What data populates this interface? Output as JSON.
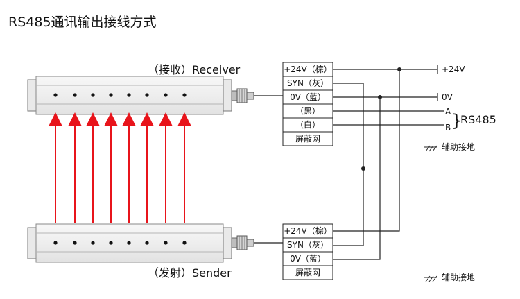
{
  "title": "RS485通讯输出接线方式",
  "receiver": {
    "label": "（接收）Receiver"
  },
  "sender": {
    "label": "（发射）Sender"
  },
  "receiver_terminals": [
    "+24V（棕）",
    "SYN（灰）",
    "0V（蓝）",
    "（黑）",
    "（白）",
    "屏蔽网"
  ],
  "sender_terminals": [
    "+24V（棕）",
    "SYN（灰）",
    "0V（蓝）",
    "屏蔽网"
  ],
  "outputs": {
    "plus24": "+24V",
    "zero": "0V",
    "a": "A",
    "b": "B",
    "brace": "}",
    "rs485": "RS485",
    "ground": "辅助接地"
  },
  "colors": {
    "beam": "#e8141b",
    "wire": "#222222",
    "bar_fill": "#f1f1f1"
  },
  "icons": {
    "ground": "ground-icon",
    "connector": "cable-connector-icon"
  }
}
